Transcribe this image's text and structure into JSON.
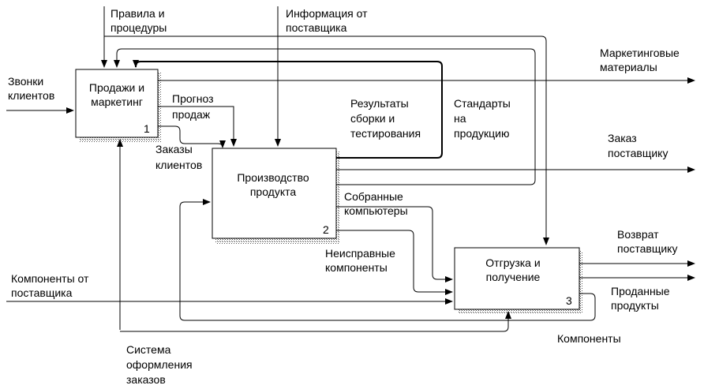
{
  "diagram": {
    "boxes": [
      {
        "lines": [
          "Продажи и",
          "маркетинг"
        ],
        "number": "1"
      },
      {
        "lines": [
          "Производство",
          "продукта"
        ],
        "number": "2"
      },
      {
        "lines": [
          "Отгрузка и",
          "получение"
        ],
        "number": "3"
      }
    ],
    "labels": {
      "rules": [
        "Правила и",
        "процедуры"
      ],
      "supplier_info": [
        "Информация от",
        "поставщика"
      ],
      "marketing_materials": [
        "Маркетинговые",
        "материалы"
      ],
      "client_calls": [
        "Звонки",
        "клиентов"
      ],
      "forecast": [
        "Прогноз",
        "продаж"
      ],
      "test_results": [
        "Результаты",
        "сборки и",
        "тестирования"
      ],
      "standards": [
        "Стандарты",
        "на",
        "продукцию"
      ],
      "supplier_order": [
        "Заказ",
        "поставщику"
      ],
      "client_orders": [
        "Заказы",
        "клиентов"
      ],
      "assembled": [
        "Собранные",
        "компьютеры"
      ],
      "faulty": [
        "Неисправные",
        "компоненты"
      ],
      "return": [
        "Возврат",
        "поставщику"
      ],
      "components_from_supplier": [
        "Компоненты от",
        "поставщика"
      ],
      "sold": [
        "Проданные",
        "продукты"
      ],
      "components": [
        "Компоненты"
      ],
      "order_system": [
        "Система",
        "оформления",
        "заказов"
      ]
    }
  }
}
